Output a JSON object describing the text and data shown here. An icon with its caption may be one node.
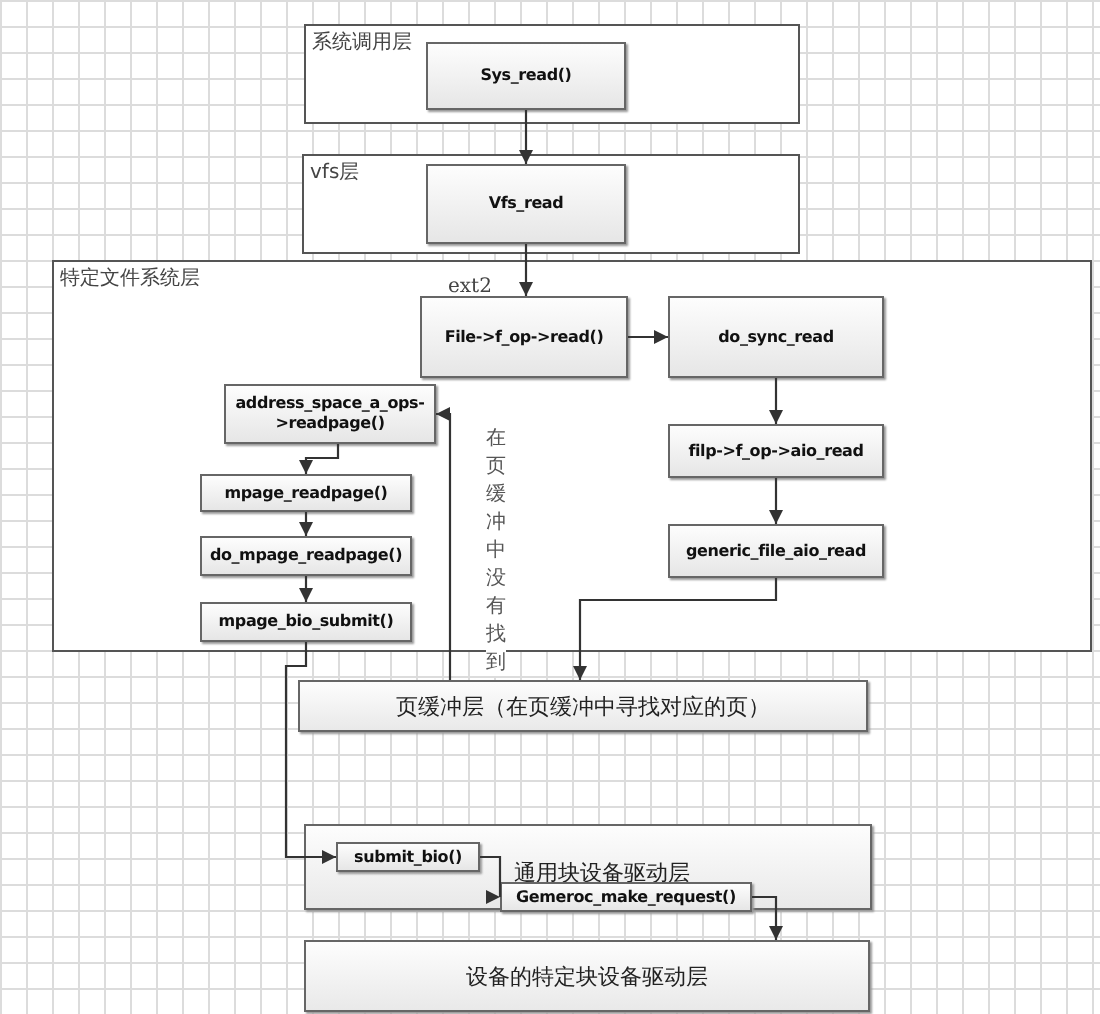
{
  "diagram": {
    "nodes": [
      {
        "text": [
          "系统调用层"
        ]
      },
      {
        "text": [
          "Sys_read()"
        ],
        "in": 0
      },
      {
        "text": [
          "vfs层"
        ]
      },
      {
        "text": [
          "Vfs_read"
        ],
        "in": 2
      },
      {
        "text": [
          "特定文件系统层"
        ]
      },
      {
        "text": [
          "File->f_op->read()"
        ],
        "in": 4
      },
      {
        "text": [
          "do_sync_read"
        ],
        "in": 4
      },
      {
        "text": [
          "filp->f_op->aio_read"
        ],
        "in": 4
      },
      {
        "text": [
          "generic_file_aio_read"
        ],
        "in": 4
      },
      {
        "text": [
          "address_space_a_ops->readpage()"
        ],
        "in": 4
      },
      {
        "text": [
          "mpage_readpage()"
        ],
        "in": 4
      },
      {
        "text": [
          "do_mpage_readpage()"
        ],
        "in": 4
      },
      {
        "text": [
          "mpage_bio_submit()"
        ],
        "in": 4
      },
      {
        "text": [
          "页缓冲层（在页缓冲中寻找对应的页）"
        ]
      },
      {
        "text": [
          "通用块设备驱动层"
        ]
      },
      {
        "text": [
          "submit_bio()"
        ],
        "in": 14
      },
      {
        "text": [
          "Gemeroc_make_request()"
        ],
        "in": 14
      },
      {
        "text": [
          "设备的特定块设备驱动层"
        ]
      }
    ],
    "edges": [
      {
        "from": 1,
        "to": 3,
        "arrow": "to"
      },
      {
        "from": 3,
        "to": 5,
        "arrow": "to"
      },
      {
        "from": 5,
        "to": 6,
        "arrow": "to"
      },
      {
        "from": 6,
        "to": 7,
        "arrow": "to"
      },
      {
        "from": 7,
        "to": 8,
        "arrow": "to"
      },
      {
        "from": 8,
        "to": 13,
        "arrow": "to"
      },
      {
        "from": 13,
        "to": 9,
        "arrow": "to",
        "label": "在页缓冲中没有找到"
      },
      {
        "from": 9,
        "to": 10,
        "arrow": "to"
      },
      {
        "from": 10,
        "to": 11,
        "arrow": "to"
      },
      {
        "from": 11,
        "to": 12,
        "arrow": "to"
      },
      {
        "from": 12,
        "to": 15,
        "arrow": "to"
      },
      {
        "from": 15,
        "to": 16,
        "arrow": "to"
      },
      {
        "from": 16,
        "to": 17,
        "arrow": "to"
      }
    ],
    "labels": [
      "ext2"
    ]
  }
}
